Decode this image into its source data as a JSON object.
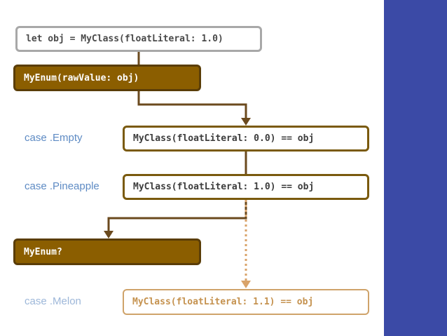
{
  "code_line": "let obj = MyClass(floatLiteral: 1.0)",
  "enum_init": "MyEnum(rawValue: obj)",
  "enum_optional": "MyEnum?",
  "cases": [
    {
      "label": "case .Empty",
      "condition": "MyClass(floatLiteral: 0.0) == obj"
    },
    {
      "label": "case .Pineapple",
      "condition": "MyClass(floatLiteral: 1.0) == obj"
    },
    {
      "label": "case .Melon",
      "condition": "MyClass(floatLiteral: 1.1) == obj"
    }
  ],
  "colors": {
    "enum_fill": "#8b5e00",
    "arrow": "#6b4a1e",
    "dotted_arrow": "#d9a36a",
    "label_text": "#5e8bc4",
    "sidebar": "#3b4aa6"
  }
}
